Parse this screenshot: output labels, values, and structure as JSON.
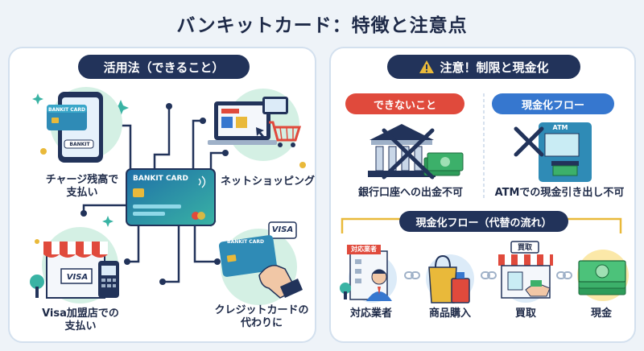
{
  "title": "バンキットカード：特徴と注意点",
  "left_panel": {
    "heading": "活用法（できること）",
    "center_card": {
      "brand": "BANKIT CARD"
    },
    "items": [
      {
        "line1": "チャージ残高で",
        "line2": "支払い",
        "icon": "smartphone-app-icon",
        "phone_card_text": "BANKIT CARD",
        "phone_button": "BANKIT"
      },
      {
        "line1": "ネットショッピング",
        "line2": "",
        "icon": "laptop-shopping-cart-icon"
      },
      {
        "line1": "Visa加盟店での",
        "line2": "支払い",
        "icon": "storefront-terminal-icon",
        "store_sign": "VISA"
      },
      {
        "line1": "クレジットカードの",
        "line2": "代わりに",
        "icon": "hand-holding-card-icon",
        "card_text": "BANKIT CARD",
        "badge": "VISA"
      }
    ]
  },
  "right_panel": {
    "heading": "注意！制限と現金化",
    "warning_icon": "warning-triangle-icon",
    "cannot": {
      "label": "できないこと",
      "caption": "銀行口座への出金不可",
      "icon": "bank-with-cross-icon"
    },
    "cash_flow": {
      "label": "現金化フロー",
      "caption": "ATMでの現金引き出し不可",
      "icon": "atm-with-cross-icon",
      "atm_text": "ATM"
    },
    "alt_flow": {
      "label": "現金化フロー（代替の流れ）",
      "steps": [
        {
          "label": "対応業者",
          "icon": "agent-person-icon",
          "sign": "対応業者"
        },
        {
          "label": "商品購入",
          "icon": "shopping-bags-icon"
        },
        {
          "label": "買取",
          "icon": "buyback-shop-icon",
          "sign": "買取"
        },
        {
          "label": "現金",
          "icon": "cash-stack-icon"
        }
      ]
    }
  },
  "colors": {
    "navy": "#22335a",
    "red": "#e04a3c",
    "blue": "#3677cf",
    "teal": "#39b3a4",
    "gold": "#e9b93a",
    "mint": "#d4f0e4",
    "sky": "#dcebf8"
  }
}
